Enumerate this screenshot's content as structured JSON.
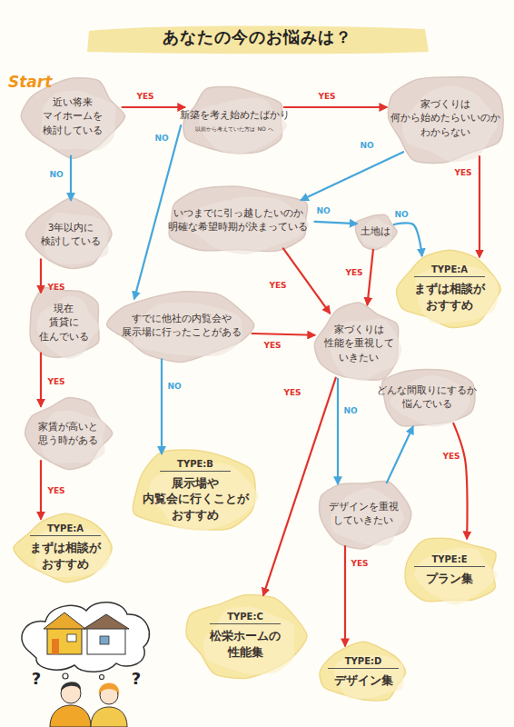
{
  "diagram": {
    "title": "あなたの今のお悩みは？",
    "nodes": [
      {
        "text": [
          "Start",
          "近い将来 マイホームを 検討している"
        ]
      },
      {
        "text": [
          "新築を考え始めたばかり",
          "以前から考えていた方は NO へ"
        ]
      },
      {
        "text": [
          "家づくりは 何から始めたらいいのか わからない"
        ]
      },
      {
        "text": [
          "3年以内に 検討している"
        ]
      },
      {
        "text": [
          "いつまでに引っ越したいのか 明確な希望時期が決まっている"
        ]
      },
      {
        "text": [
          "土地は"
        ]
      },
      {
        "text": [
          "TYPE:A",
          "まずは相談が おすすめ"
        ]
      },
      {
        "text": [
          "現在 賃貸に 住んでいる"
        ]
      },
      {
        "text": [
          "すでに他社の内覧会や 展示場に行ったことがある"
        ]
      },
      {
        "text": [
          "家づくりは 性能を重視して いきたい"
        ]
      },
      {
        "text": [
          "どんな間取りにするか 悩んでいる"
        ]
      },
      {
        "text": [
          "家賃が高いと 思う時がある"
        ]
      },
      {
        "text": [
          "TYPE:B",
          "展示場や 内覧会に行くことが おすすめ"
        ]
      },
      {
        "text": [
          "デザインを重視 していきたい"
        ]
      },
      {
        "text": [
          "TYPE:A",
          "まずは相談が おすすめ"
        ]
      },
      {
        "text": [
          "TYPE:E",
          "プラン集"
        ]
      },
      {
        "text": [
          "TYPE:C",
          "松栄ホームの 性能集"
        ]
      },
      {
        "text": [
          "TYPE:D",
          "デザイン集"
        ]
      }
    ],
    "edges": [
      {
        "from": 0,
        "to": 1,
        "label": "YES",
        "arrow": "to"
      },
      {
        "from": 0,
        "to": 3,
        "label": "NO",
        "arrow": "to"
      },
      {
        "from": 1,
        "to": 2,
        "label": "YES",
        "arrow": "to"
      },
      {
        "from": 1,
        "to": 8,
        "label": "NO",
        "arrow": "to"
      },
      {
        "from": 2,
        "to": 6,
        "label": "YES",
        "arrow": "to"
      },
      {
        "from": 2,
        "to": 4,
        "label": "NO",
        "arrow": "to"
      },
      {
        "from": 4,
        "to": 5,
        "label": "NO",
        "arrow": "to"
      },
      {
        "from": 4,
        "to": 9,
        "label": "YES",
        "arrow": "to"
      },
      {
        "from": 5,
        "to": 6,
        "label": "NO",
        "arrow": "to"
      },
      {
        "from": 5,
        "to": 9,
        "label": "YES",
        "arrow": "to"
      },
      {
        "from": 3,
        "to": 7,
        "label": "YES",
        "arrow": "to"
      },
      {
        "from": 7,
        "to": 11,
        "label": "YES",
        "arrow": "to"
      },
      {
        "from": 11,
        "to": 14,
        "label": "YES",
        "arrow": "to"
      },
      {
        "from": 8,
        "to": 9,
        "label": "YES",
        "arrow": "to"
      },
      {
        "from": 8,
        "to": 12,
        "label": "NO",
        "arrow": "to"
      },
      {
        "from": 9,
        "to": 16,
        "label": "YES",
        "arrow": "to"
      },
      {
        "from": 9,
        "to": 13,
        "label": "NO",
        "arrow": "to"
      },
      {
        "from": 13,
        "to": 10,
        "arrow": "to"
      },
      {
        "from": 10,
        "to": 15,
        "label": "YES",
        "arrow": "to"
      },
      {
        "from": 13,
        "to": 17,
        "label": "YES",
        "arrow": "to"
      }
    ],
    "labels": [
      "?",
      "?"
    ]
  }
}
